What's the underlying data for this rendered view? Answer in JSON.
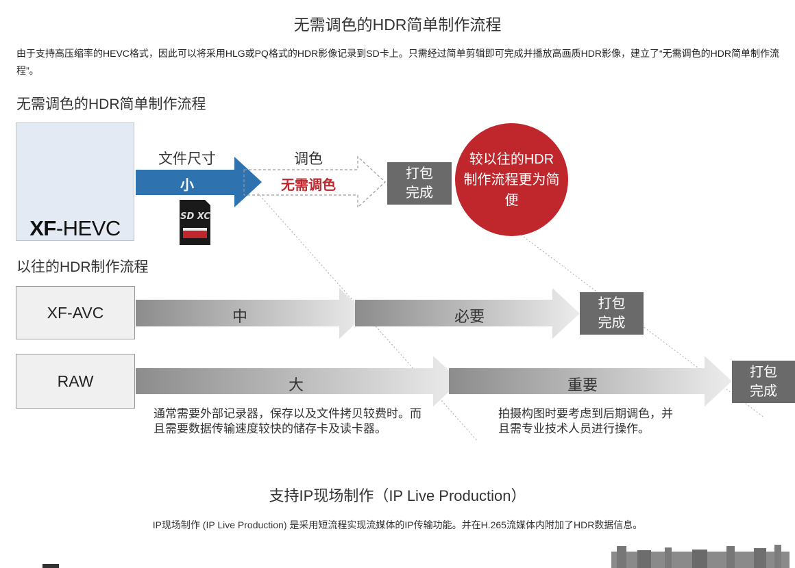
{
  "page": {
    "title": "无需调色的HDR简单制作流程",
    "intro": "由于支持高压缩率的HEVC格式，因此可以将采用HLG或PQ格式的HDR影像记录到SD卡上。只需经过简单剪辑即可完成并播放高画质HDR影像，建立了“无需调色的HDR简单制作流程”。"
  },
  "diagram": {
    "new_flow": {
      "heading": "无需调色的HDR简单制作流程",
      "camera_label_bold": "XF",
      "camera_label_rest": "-HEVC",
      "size_label": "文件尺寸",
      "size_value": "小",
      "grading_label": "调色",
      "grading_value": "无需调色",
      "done": "打包完成",
      "badge": "较以往的HDR制作流程更为简便",
      "sd_card_text": "SD XC"
    },
    "old_flow": {
      "heading": "以往的HDR制作流程",
      "rows": [
        {
          "format": "XF-AVC",
          "size": "中",
          "grading": "必要",
          "done": "打包完成"
        },
        {
          "format": "RAW",
          "size": "大",
          "grading": "重要",
          "done": "打包完成"
        }
      ],
      "note_left": "通常需要外部记录器，保存以及文件拷贝较费时。而且需要数据传输速度较快的储存卡及读卡器。",
      "note_right": "拍摄构图时要考虑到后期调色，并且需专业技术人员进行操作。"
    },
    "colors": {
      "blue": "#2e73b0",
      "red": "#c0272d",
      "gray": "#6a6a6a"
    }
  },
  "section2": {
    "title": "支持IP现场制作（IP Live Production）",
    "desc": "IP现场制作 (IP Live Production) 是采用短流程实现流媒体的IP传输功能。并在H.265流媒体内附加了HDR数据信息。"
  }
}
